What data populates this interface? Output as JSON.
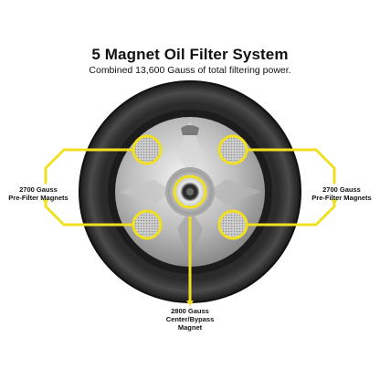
{
  "header": {
    "title": "5 Magnet Oil Filter System",
    "subtitle": "Combined 13,600 Gauss of total filtering power."
  },
  "callouts": {
    "left": {
      "line1": "2700 Gauss",
      "line2": "Pre-Filter Magnets"
    },
    "right": {
      "line1": "2700 Gauss",
      "line2": "Pre-Filter Magnets"
    },
    "center": {
      "line1": "2800 Gauss",
      "line2": "Center/Bypass",
      "line3": "Magnet"
    }
  },
  "colors": {
    "callout_line": "#f0e020",
    "magnet_ring": "#f0e020",
    "gasket": "#222222",
    "hub": "#c9c9c9"
  }
}
